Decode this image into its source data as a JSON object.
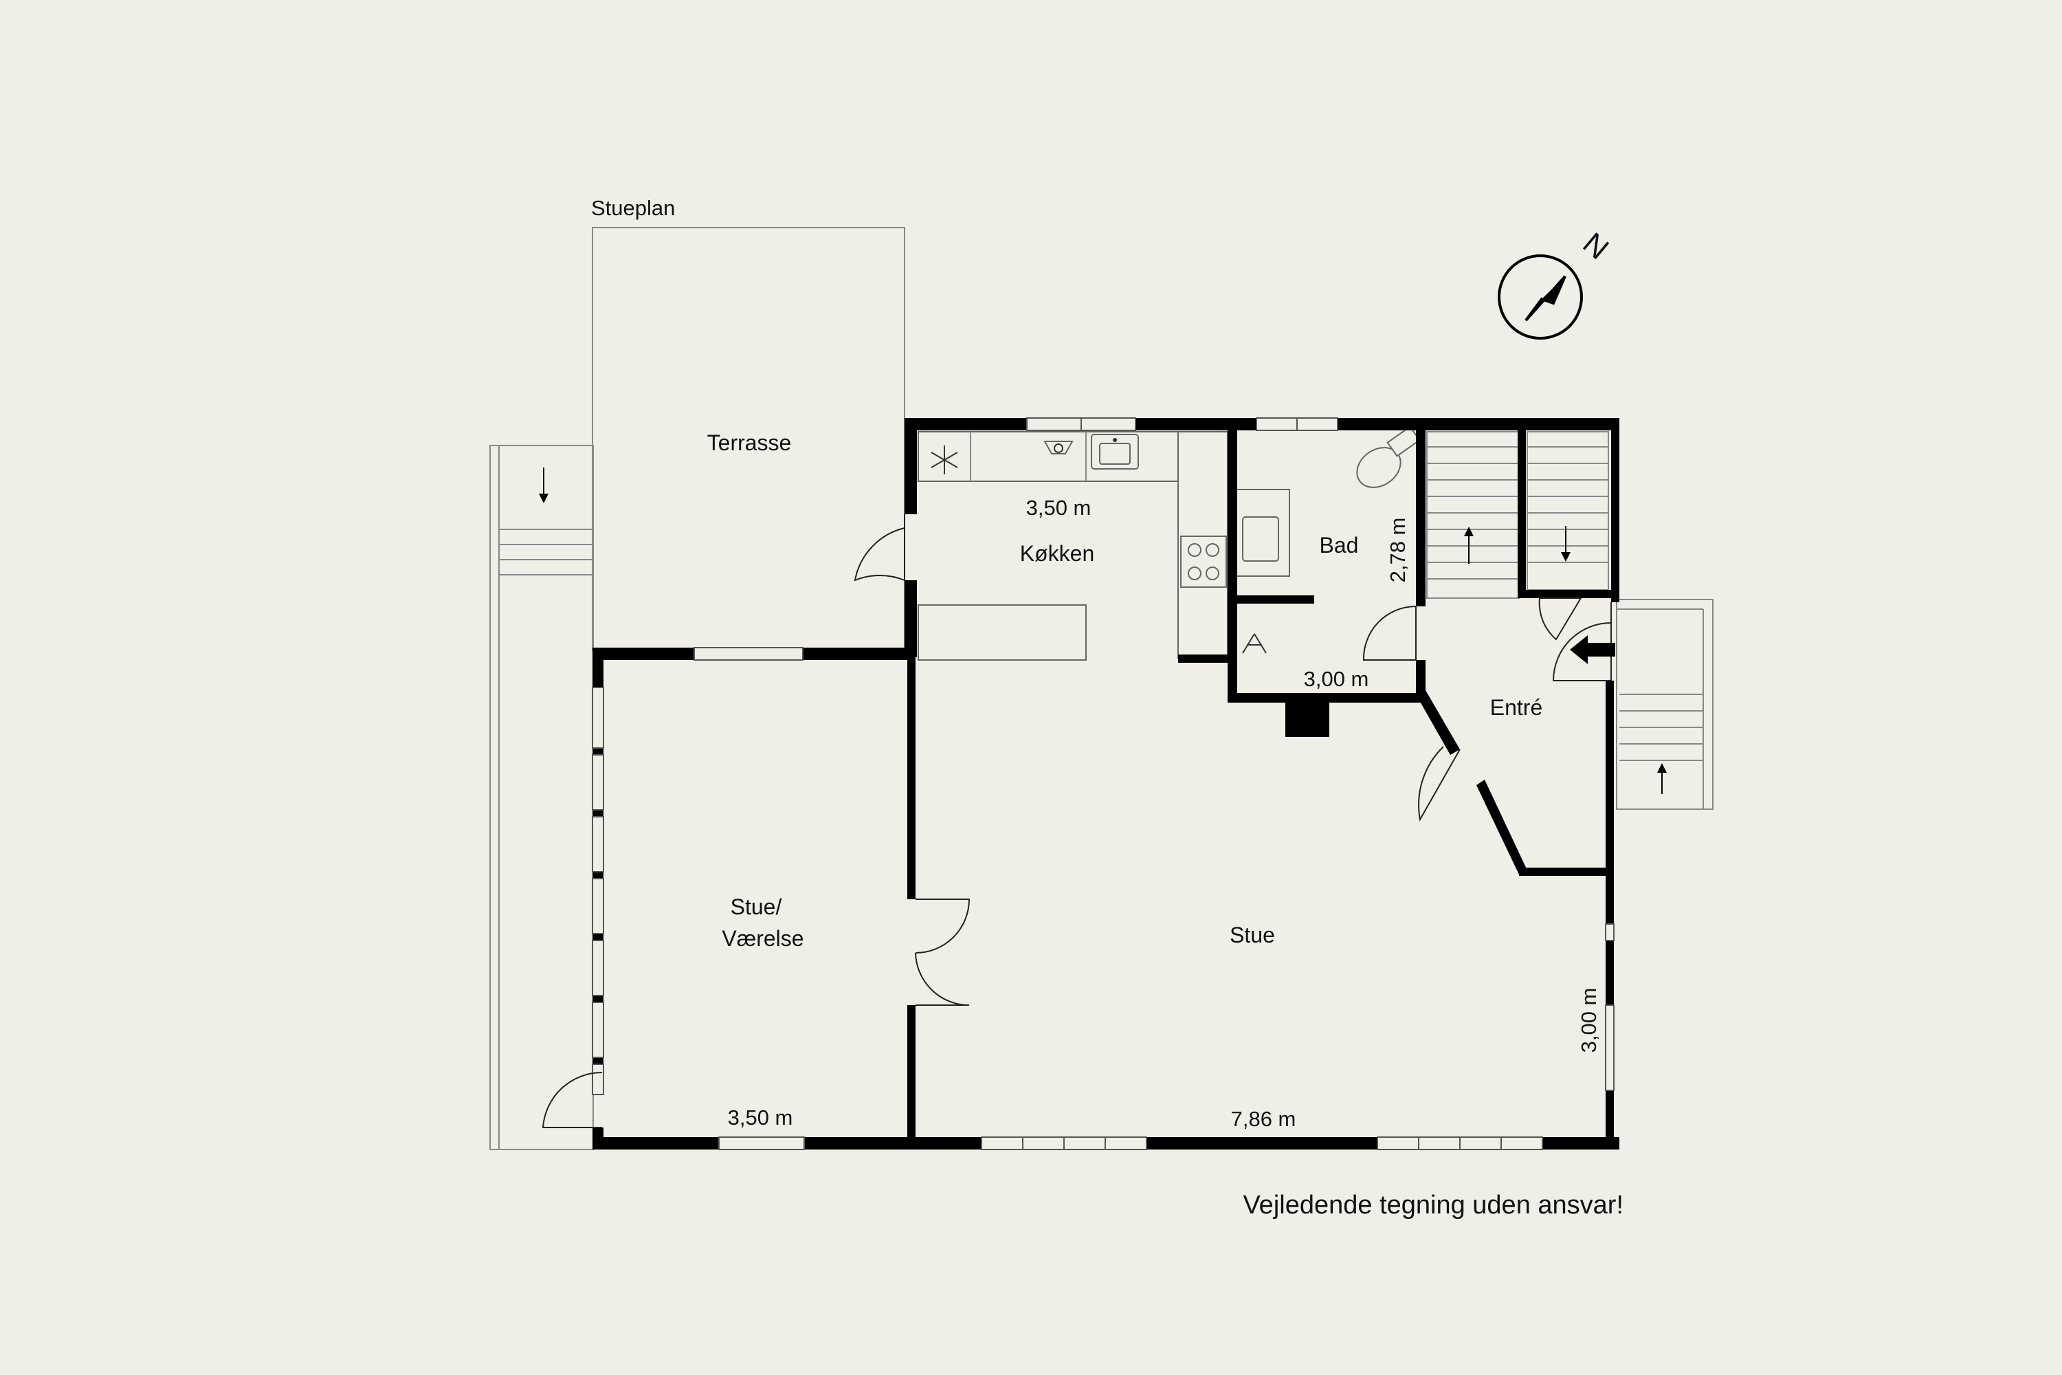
{
  "plan": {
    "floor_title": "Stueplan",
    "disclaimer": "Vejledende tegning uden ansvar!",
    "north_label": "N"
  },
  "rooms": {
    "terrasse": "Terrasse",
    "kokken": "Køkken",
    "bad": "Bad",
    "entre": "Entré",
    "stue_vaerelse_line1": "Stue/",
    "stue_vaerelse_line2": "Værelse",
    "stue": "Stue"
  },
  "dimensions": {
    "kokken_width": "3,50 m",
    "bad_height": "2,78 m",
    "bad_width": "3,00 m",
    "stue_vaerelse_width": "3,50 m",
    "stue_width": "7,86 m",
    "stue_depth": "3,00 m"
  },
  "colors": {
    "background": "#f0efe7",
    "walls": "#000000"
  },
  "icons": [
    "compass-icon",
    "freezer-icon",
    "sink-icon",
    "stove-icon",
    "toilet-icon",
    "entrance-arrow-icon"
  ]
}
